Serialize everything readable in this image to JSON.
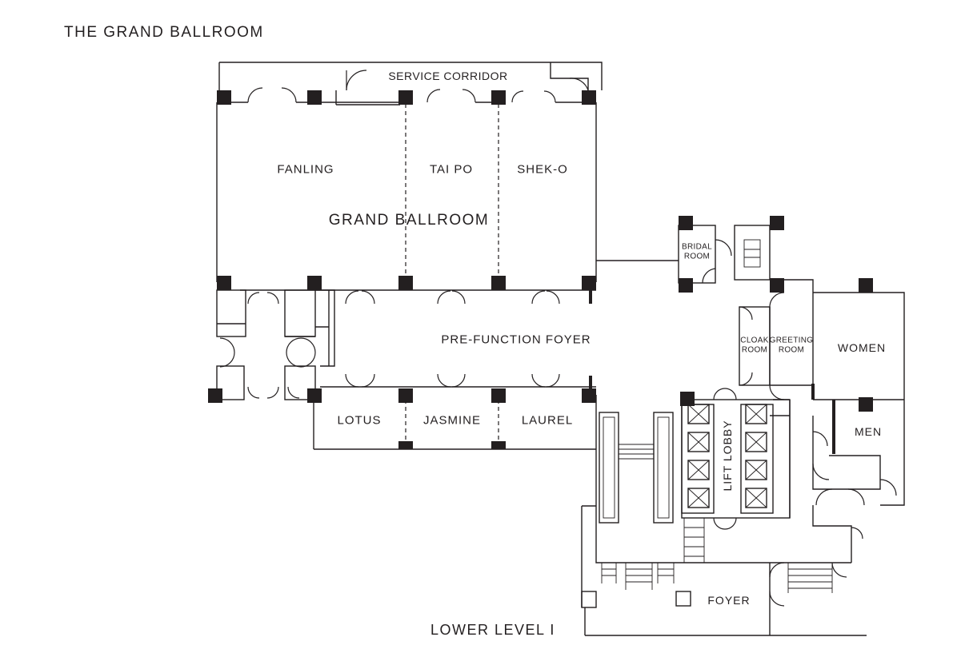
{
  "title": "THE GRAND BALLROOM",
  "level": "LOWER LEVEL I",
  "rooms": {
    "service_corridor": "SERVICE CORRIDOR",
    "fanling": "FANLING",
    "tai_po": "TAI PO",
    "shek_o": "SHEK-O",
    "grand_ballroom": "GRAND BALLROOM",
    "pre_function_foyer": "PRE-FUNCTION FOYER",
    "lotus": "LOTUS",
    "jasmine": "JASMINE",
    "laurel": "LAUREL",
    "bridal_room": "BRIDAL\nROOM",
    "cloak_room": "CLOAK\nROOM",
    "greeting_room": "GREETING\nROOM",
    "women": "WOMEN",
    "men": "MEN",
    "lift_lobby": "LIFT LOBBY",
    "foyer": "FOYER"
  },
  "icons": {
    "column": "square-column-icon",
    "lift": "lift-x-box-icon",
    "escalator": "escalator-icon",
    "stairs": "stairs-icon",
    "door": "door-swing-icon"
  }
}
